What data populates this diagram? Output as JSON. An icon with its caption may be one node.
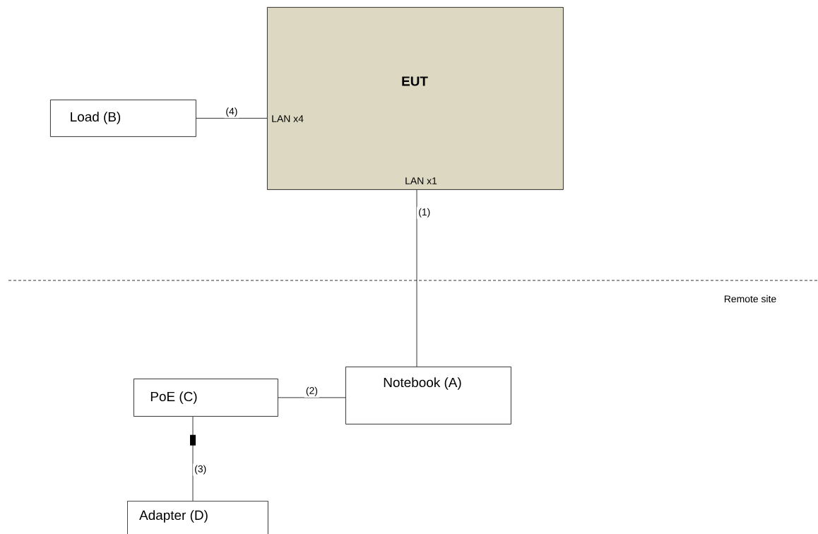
{
  "diagram": {
    "nodes": [
      {
        "text": [
          "EUT",
          "LAN x4",
          "LAN x1"
        ]
      },
      {
        "text": [
          "Load (B)"
        ]
      },
      {
        "text": [
          "Notebook (A)"
        ]
      },
      {
        "text": [
          "PoE (C)"
        ]
      },
      {
        "text": [
          "Adapter (D)"
        ]
      }
    ],
    "edges": [
      {
        "from": 1,
        "to": 0,
        "arrow": "none",
        "label": "(4)"
      },
      {
        "from": 0,
        "to": 2,
        "arrow": "none",
        "label": "(1)"
      },
      {
        "from": 3,
        "to": 2,
        "arrow": "none",
        "label": "(2)"
      },
      {
        "from": 3,
        "to": 4,
        "arrow": "none",
        "label": "(3)"
      }
    ],
    "labels": [
      "Remote site"
    ]
  }
}
